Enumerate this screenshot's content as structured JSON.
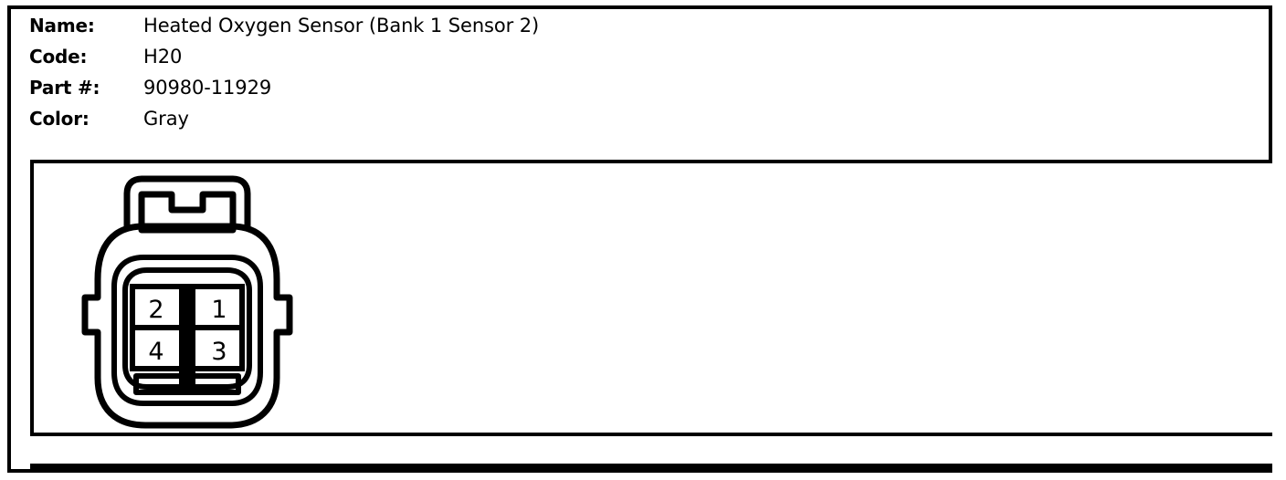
{
  "card": {
    "info_rows": [
      {
        "label": "Name:",
        "value": "Heated Oxygen Sensor (Bank 1 Sensor 2)"
      },
      {
        "label": "Code:",
        "value": "H20"
      },
      {
        "label": "Part #:",
        "value": "90980-11929"
      },
      {
        "label": "Color:",
        "value": "Gray"
      }
    ]
  },
  "diagram": {
    "type": "connector-pinout",
    "description": "Four-way automotive connector face view with top latch and side locking tabs",
    "pin_layout": {
      "rows": 2,
      "cols": 2
    },
    "pins": [
      {
        "number": "2",
        "row": 0,
        "col": 0
      },
      {
        "number": "1",
        "row": 0,
        "col": 1
      },
      {
        "number": "4",
        "row": 1,
        "col": 0
      },
      {
        "number": "3",
        "row": 1,
        "col": 1
      }
    ],
    "line_color": "#000000",
    "fill_color": "#ffffff"
  }
}
